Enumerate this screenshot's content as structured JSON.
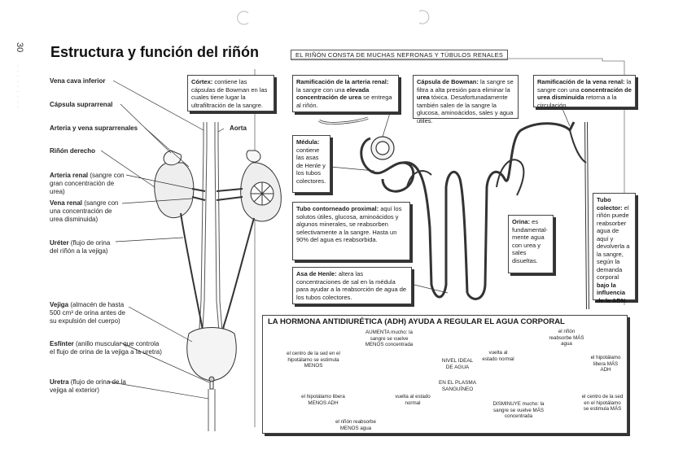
{
  "page": {
    "number": "30",
    "title": "Estructura y función del riñón",
    "header_band": "EL RIÑÓN CONSTA DE MUCHAS NEFRONAS Y TÚBULOS RENALES"
  },
  "left_labels": [
    {
      "bold": "Vena cava inferior",
      "rest": ""
    },
    {
      "bold": "Cápsula suprarrenal",
      "rest": ""
    },
    {
      "bold": "Arteria y vena suprarrenales",
      "rest": ""
    },
    {
      "bold": "Riñón derecho",
      "rest": ""
    },
    {
      "bold": "Arteria renal",
      "rest": " (sangre con gran concentración de urea)"
    },
    {
      "bold": "Vena renal",
      "rest": " (sangre con una concentración de urea disminuida)"
    },
    {
      "bold": "Uréter",
      "rest": " (flujo de orina del riñón a la vejiga)"
    },
    {
      "bold": "Vejiga",
      "rest": " (almacén de hasta 500 cm³ de orina antes de su expulsión del cuerpo)"
    },
    {
      "bold": "Esfínter",
      "rest": " (anillo muscular que controla el flujo de orina de la vejiga a la uretra)"
    },
    {
      "bold": "Uretra",
      "rest": " (flujo de orina de la vejiga al exterior)"
    }
  ],
  "aorta_label": "Aorta",
  "boxes": {
    "cortex": {
      "title": "Córtex:",
      "text": " contiene las cápsulas de Bowman en las cuales tiene lugar la ultrafiltración de la sangre."
    },
    "arteria_ram": {
      "title": "Ramificación de la arteria renal:",
      "text": " la sangre con una ",
      "bold2": "elevada concentración de urea",
      "text2": " se entrega al riñón."
    },
    "bowman": {
      "title": "Cápsula de Bowman:",
      "text": " la sangre se filtra a alta presión para eliminar la ",
      "bold2": "urea",
      "text2": " tóxica. Desafortunadamente también salen de la sangre la glucosa, aminoácidos, sales y agua útiles."
    },
    "vena_ram": {
      "title": "Ramificación de la vena renal:",
      "text": " la sangre con una ",
      "bold2": "concentración de urea disminuida",
      "text2": " retorna a la circulación."
    },
    "medula": {
      "title": "Médula:",
      "text": " contiene las asas de Henle y los tubos colectores."
    },
    "proximal": {
      "title": "Tubo contorneado proximal:",
      "text": " aquí los solutos útiles, glucosa, aminoácidos y algunos minerales, se reabsorben selectivamente a la sangre. Hasta un 90% del agua es reabsorbida."
    },
    "orina": {
      "title": "Orina:",
      "text": " es fundamental- mente agua con urea y sales disueltas."
    },
    "colector": {
      "title": "Tubo colector:",
      "text": " el riñón puede reabsorber agua de aquí y devolverla a la sangre, según la demanda corporal ",
      "bold2": "bajo la influencia de la ADN."
    },
    "henle": {
      "title": "Asa de Henle:",
      "text": " altera las concentraciones de sal en la médula para ayudar a la reabsorción de agua de los tubos colectores."
    }
  },
  "adh": {
    "title": "LA HORMONA ANTIDIURÉTICA (ADH) AYUDA A REGULAR EL AGUA CORPORAL",
    "center_top": "NIVEL IDEAL DE AGUA",
    "center_bottom": "EN EL PLASMA SANGUÍNEO",
    "left_cycle": [
      "AUMENTA mucho: la sangre se vuelve MENOS concentrada",
      "el centro de la sed en el hipotálamo se estimula MENOS",
      "el hipotálamo libera MENOS ADH",
      "el riñón reabsorbe MENOS agua",
      "vuelta al estado normal"
    ],
    "right_cycle": [
      "vuelta al estado normal",
      "el riñón reabsorbe MÁS agua",
      "el hipotálamo libera MÁS ADH",
      "el centro de la sed en el hipotálamo se estimula MÁS",
      "DISMINUYE mucho: la sangre se vuelve MÁS concentrada"
    ]
  }
}
